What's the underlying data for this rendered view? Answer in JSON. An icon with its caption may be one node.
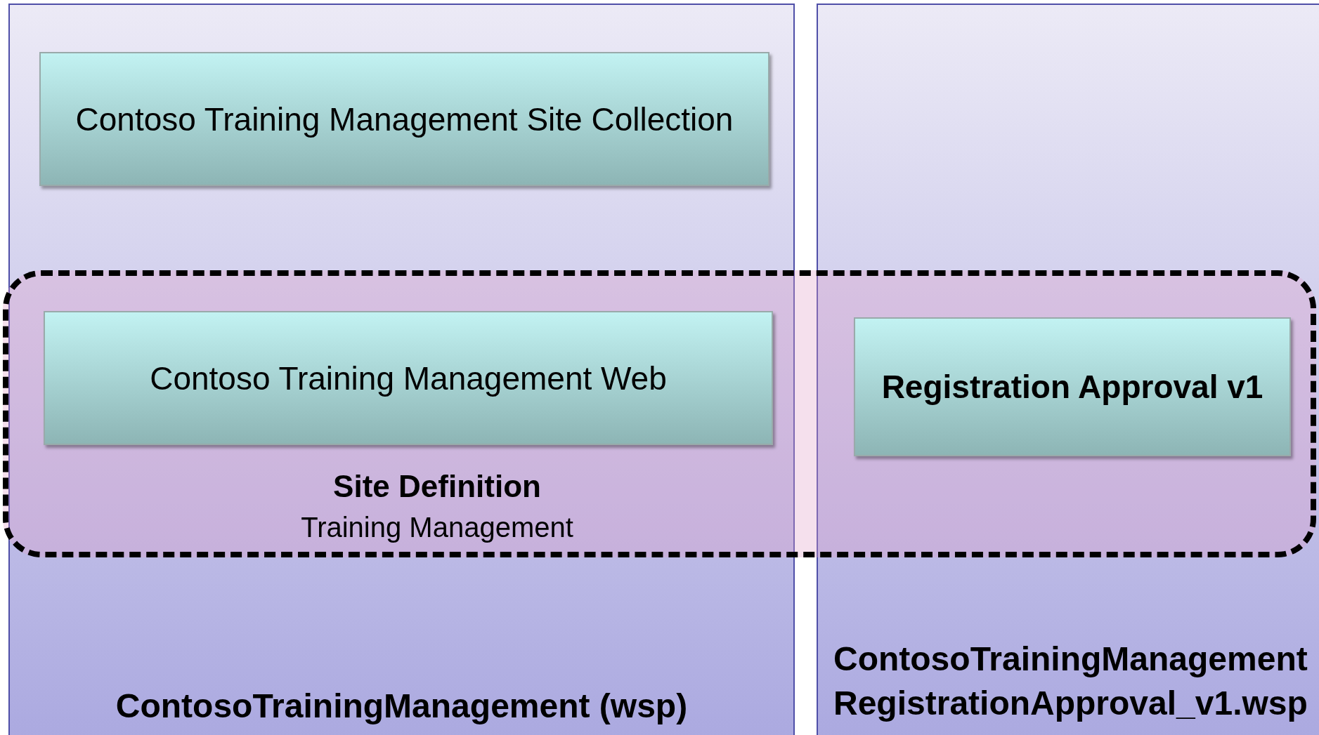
{
  "diagram": {
    "nodes": [
      {
        "text": [
          "ContosoTrainingManagement (wsp)"
        ]
      },
      {
        "text": [
          "Contoso Training Management Site Collection"
        ],
        "in": 0
      },
      {
        "text": [
          "Site Definition",
          "Training Management"
        ]
      },
      {
        "text": [
          "Contoso Training Management Web"
        ]
      },
      {
        "text": [
          "ContosoTrainingManagement RegistrationApproval_v1.wsp"
        ]
      },
      {
        "text": [
          "Registration Approval v1"
        ]
      }
    ],
    "edges": []
  }
}
